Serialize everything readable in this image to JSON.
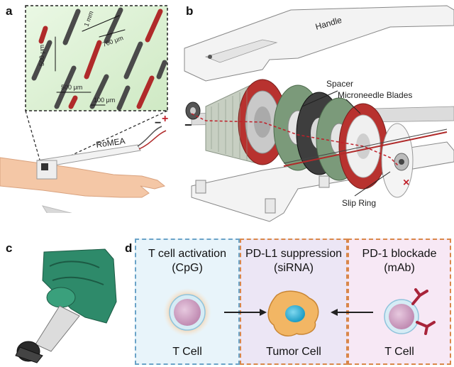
{
  "panels": {
    "a": "a",
    "b": "b",
    "c": "c",
    "d": "d"
  },
  "panel_a": {
    "dims": {
      "d1": "500 μm",
      "d2": "1 mm",
      "d3": "700 μm",
      "d4": "500 μm",
      "d5": "100 μm"
    },
    "device_label": "RoMEA",
    "minus": "−",
    "plus": "+"
  },
  "panel_b": {
    "handle": "Handle",
    "spacer": "Spacer",
    "blades": "Microneedle Blades",
    "slip_ring": "Slip Ring",
    "minus": "−",
    "plus": "×"
  },
  "panel_d": {
    "left": {
      "line1": "T cell activation",
      "line2": "(CpG)",
      "foot": "T Cell"
    },
    "middle": {
      "line1": "PD-L1 suppression",
      "line2": "(siRNA)",
      "foot": "Tumor Cell"
    },
    "right": {
      "line1": "PD-1 blockade",
      "line2": "(mAb)",
      "foot": "T Cell"
    },
    "colors": {
      "left_bg": "#e8f4fa",
      "left_border": "#6aa3c8",
      "middle_bg": "#ece6f5",
      "middle_border": "#d9874a",
      "right_bg": "#f7e8f5",
      "right_border": "#d9874a"
    }
  }
}
